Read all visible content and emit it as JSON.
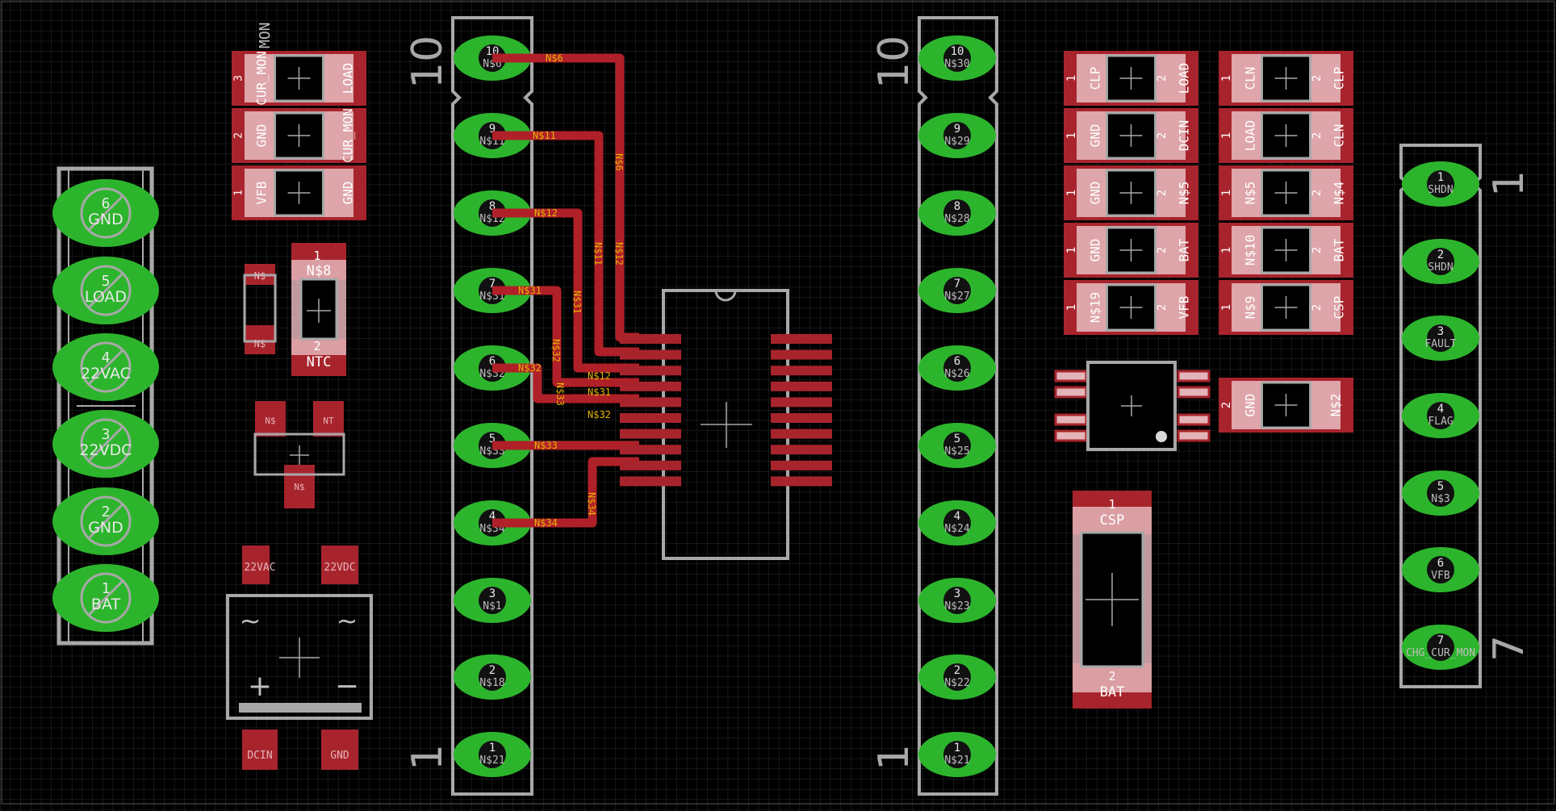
{
  "colors": {
    "background": "#000000",
    "grid": "#2c2c2c",
    "outline": "#a8a8a8",
    "pad_green": "#2cb52c",
    "pad_hole": "#111111",
    "smd_red": "#a8242c",
    "smd_pink": "#e3b4b8",
    "trace": "#b02028",
    "net_label": "#e6b400",
    "text": "#bdbdbd"
  },
  "terminal_block": {
    "pads": [
      {
        "num": "6",
        "name": "GND"
      },
      {
        "num": "5",
        "name": "LOAD"
      },
      {
        "num": "4",
        "name": "22VAC"
      },
      {
        "num": "3",
        "name": "22VDC"
      },
      {
        "num": "2",
        "name": "GND"
      },
      {
        "num": "1",
        "name": "BAT"
      }
    ]
  },
  "smd_left": [
    {
      "a": "3",
      "b": "CUR_MON",
      "c": "LOAD"
    },
    {
      "a": "2",
      "b": "GND",
      "c": "CUR_MON"
    },
    {
      "a": "1",
      "b": "VFB",
      "c": "GND"
    }
  ],
  "smd_left_caption": "MON",
  "cap_small": {
    "top": "N$",
    "bottom": "N$"
  },
  "ntc": {
    "top_num": "1",
    "top_label": "N$8",
    "bottom_num": "2",
    "bottom_label": "NTC"
  },
  "sot": {
    "left": "N$",
    "right": "NT",
    "bottom": "N$"
  },
  "bridge": {
    "top_left": "22VAC",
    "top_right": "22VDC",
    "bottom_left": "DCIN",
    "bottom_right": "GND",
    "symbol_ac1": "~",
    "symbol_ac2": "~",
    "symbol_plus": "+",
    "symbol_minus": "−"
  },
  "header_left": {
    "label_top": "10",
    "label_bottom": "1",
    "pins": [
      {
        "num": "10",
        "net": "N$6"
      },
      {
        "num": "9",
        "net": "N$11"
      },
      {
        "num": "8",
        "net": "N$12"
      },
      {
        "num": "7",
        "net": "N$31"
      },
      {
        "num": "6",
        "net": "N$32"
      },
      {
        "num": "5",
        "net": "N$33"
      },
      {
        "num": "4",
        "net": "N$34"
      },
      {
        "num": "3",
        "net": "N$1"
      },
      {
        "num": "2",
        "net": "N$18"
      },
      {
        "num": "1",
        "net": "N$21"
      }
    ]
  },
  "trace_labels": [
    "N$6",
    "N$11",
    "N$12",
    "N$31",
    "N$32",
    "N$33",
    "N$34",
    "N$6",
    "N$11",
    "N$12",
    "N$31",
    "N$32",
    "N$12",
    "N$31",
    "N$32",
    "N$33",
    "N$34"
  ],
  "header_mid": {
    "label_top": "10",
    "label_bottom": "1",
    "pins": [
      {
        "num": "10",
        "net": "N$30"
      },
      {
        "num": "9",
        "net": "N$29"
      },
      {
        "num": "8",
        "net": "N$28"
      },
      {
        "num": "7",
        "net": "N$27"
      },
      {
        "num": "6",
        "net": "N$26"
      },
      {
        "num": "5",
        "net": "N$25"
      },
      {
        "num": "4",
        "net": "N$24"
      },
      {
        "num": "3",
        "net": "N$23"
      },
      {
        "num": "2",
        "net": "N$22"
      },
      {
        "num": "1",
        "net": "N$21"
      }
    ]
  },
  "smd_right_a": [
    {
      "a": "1",
      "b": "CLP",
      "c": "LOAD",
      "d": "2"
    },
    {
      "a": "1",
      "b": "GND",
      "c": "DCIN",
      "d": "2"
    },
    {
      "a": "1",
      "b": "GND",
      "c": "N$5",
      "d": "2"
    },
    {
      "a": "1",
      "b": "GND",
      "c": "BAT",
      "d": "2"
    },
    {
      "a": "1",
      "b": "N$19",
      "c": "VFB",
      "d": "2"
    }
  ],
  "smd_right_b": [
    {
      "a": "1",
      "b": "CLN",
      "c": "CLP",
      "d": "2"
    },
    {
      "a": "1",
      "b": "LOAD",
      "c": "CLN",
      "d": "2"
    },
    {
      "a": "1",
      "b": "N$5",
      "c": "N$4",
      "d": "2"
    },
    {
      "a": "1",
      "b": "N$10",
      "c": "BAT",
      "d": "2"
    },
    {
      "a": "1",
      "b": "N$9",
      "c": "CSP",
      "d": "2"
    }
  ],
  "smd_right_single": {
    "a": "2",
    "b": "GND",
    "c": "N$2"
  },
  "big_cap": {
    "top_num": "1",
    "top_label": "CSP",
    "bottom_num": "2",
    "bottom_label": "BAT"
  },
  "header_right": {
    "label_top": "1",
    "label_bottom": "7",
    "pins": [
      {
        "num": "1",
        "net": "SHDN"
      },
      {
        "num": "2",
        "net": "SHDN"
      },
      {
        "num": "3",
        "net": "FAULT"
      },
      {
        "num": "4",
        "net": "FLAG"
      },
      {
        "num": "5",
        "net": "N$3"
      },
      {
        "num": "6",
        "net": "VFB"
      },
      {
        "num": "7",
        "net": "CHG_CUR_MON"
      }
    ]
  }
}
